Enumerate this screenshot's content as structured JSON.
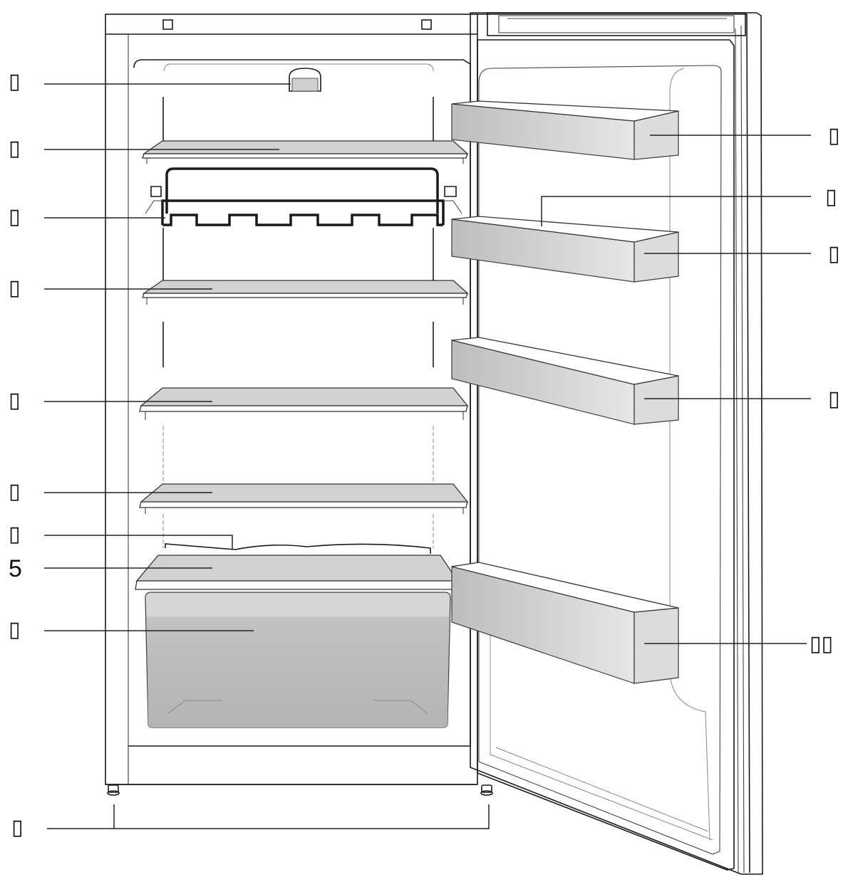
{
  "callouts": {
    "left": [
      {
        "id": "l1",
        "text": "▯"
      },
      {
        "id": "l2",
        "text": "▯"
      },
      {
        "id": "l3",
        "text": "▯"
      },
      {
        "id": "l4",
        "text": "▯"
      },
      {
        "id": "l5",
        "text": "▯"
      },
      {
        "id": "l6",
        "text": "▯"
      },
      {
        "id": "l7",
        "text": "▯"
      },
      {
        "id": "l8",
        "text": "5"
      },
      {
        "id": "l9",
        "text": "▯"
      },
      {
        "id": "l10",
        "text": "▯"
      }
    ],
    "right": [
      {
        "id": "r1",
        "text": "▯"
      },
      {
        "id": "r2",
        "text": "▯"
      },
      {
        "id": "r3",
        "text": "▯"
      },
      {
        "id": "r4",
        "text": "▯"
      },
      {
        "id": "r5",
        "text": "▯▯"
      }
    ]
  },
  "colors": {
    "line": "#1a1a1a",
    "shelf_fill": "#d2d2d2",
    "bin_fill": "#c4c4c4",
    "crisper_fill": "#b9b9b9",
    "background": "#ffffff"
  }
}
